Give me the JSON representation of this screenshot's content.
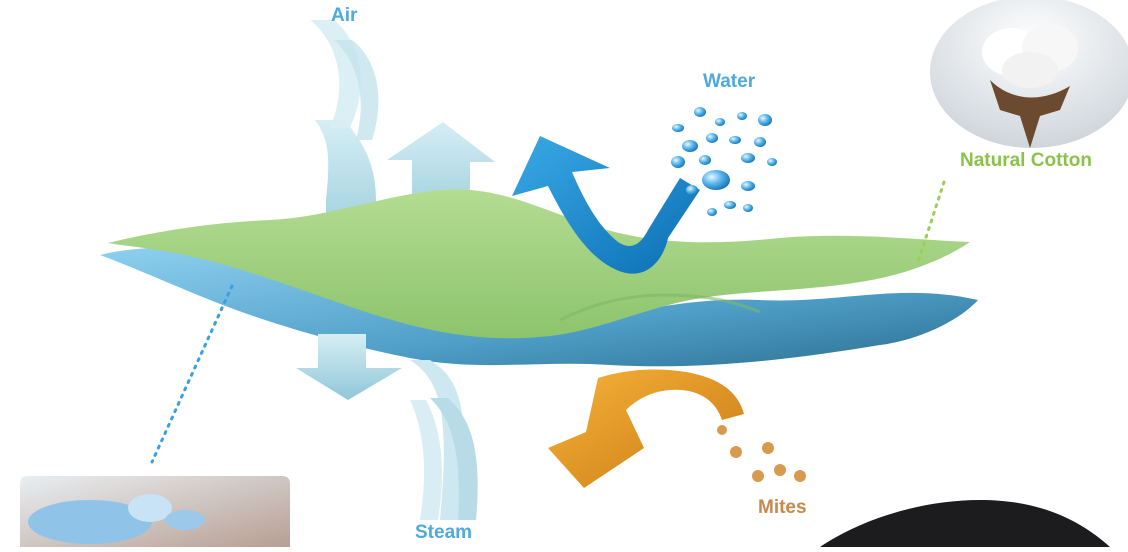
{
  "labels": {
    "air": "Air",
    "water": "Water",
    "natural_cotton": "Natural Cotton",
    "steam": "Steam",
    "mites": "Mites"
  },
  "colors": {
    "label_blue": "#4ea9dd",
    "label_green": "#8bc34a",
    "label_brown": "#c8894a",
    "top_layer": "#9fd07e",
    "bottom_layer": "#6fb8e0",
    "water_arrow": "#1e8fd6",
    "air_arrow": "#a9d9e6",
    "mites_arrow": "#e59a1e"
  },
  "icons": [
    "bottle-photo",
    "cotton-photo",
    "water-drops",
    "mite-icons",
    "hair-photo"
  ]
}
